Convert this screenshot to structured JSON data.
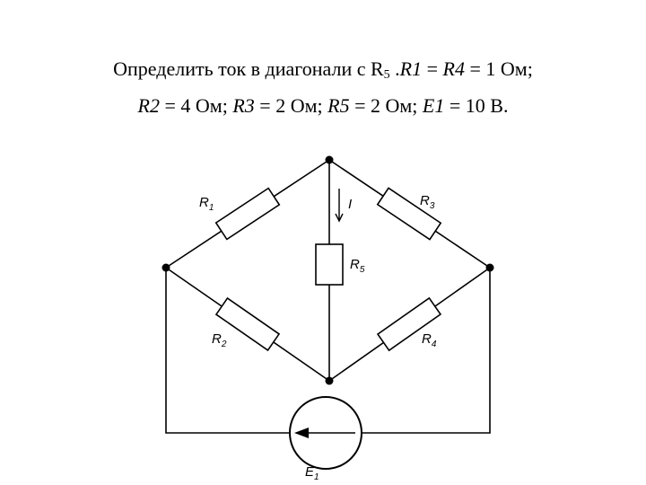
{
  "title": {
    "line1_text": "Определить ток в диагонали с R",
    "line1_sub": "5",
    "line1_r1": "R1",
    "line1_eq1": " = ",
    "line1_r4": "R4",
    "line1_val1": " = 1 Ом;",
    "line2_r2": "R2",
    "line2_val2": " = 4 Ом; ",
    "line2_r3": "R3",
    "line2_val3": " = 2 Ом; ",
    "line2_r5": "R5",
    "line2_val5": " = 2 Ом; ",
    "line2_e1": "E1",
    "line2_vale": " = 10 В."
  },
  "circuit": {
    "r1": {
      "letter": "R",
      "sub": "1"
    },
    "r2": {
      "letter": "R",
      "sub": "2"
    },
    "r3": {
      "letter": "R",
      "sub": "3"
    },
    "r4": {
      "letter": "R",
      "sub": "4"
    },
    "r5": {
      "letter": "R",
      "sub": "5"
    },
    "current": "I",
    "source": {
      "letter": "E",
      "sub": "1"
    }
  }
}
